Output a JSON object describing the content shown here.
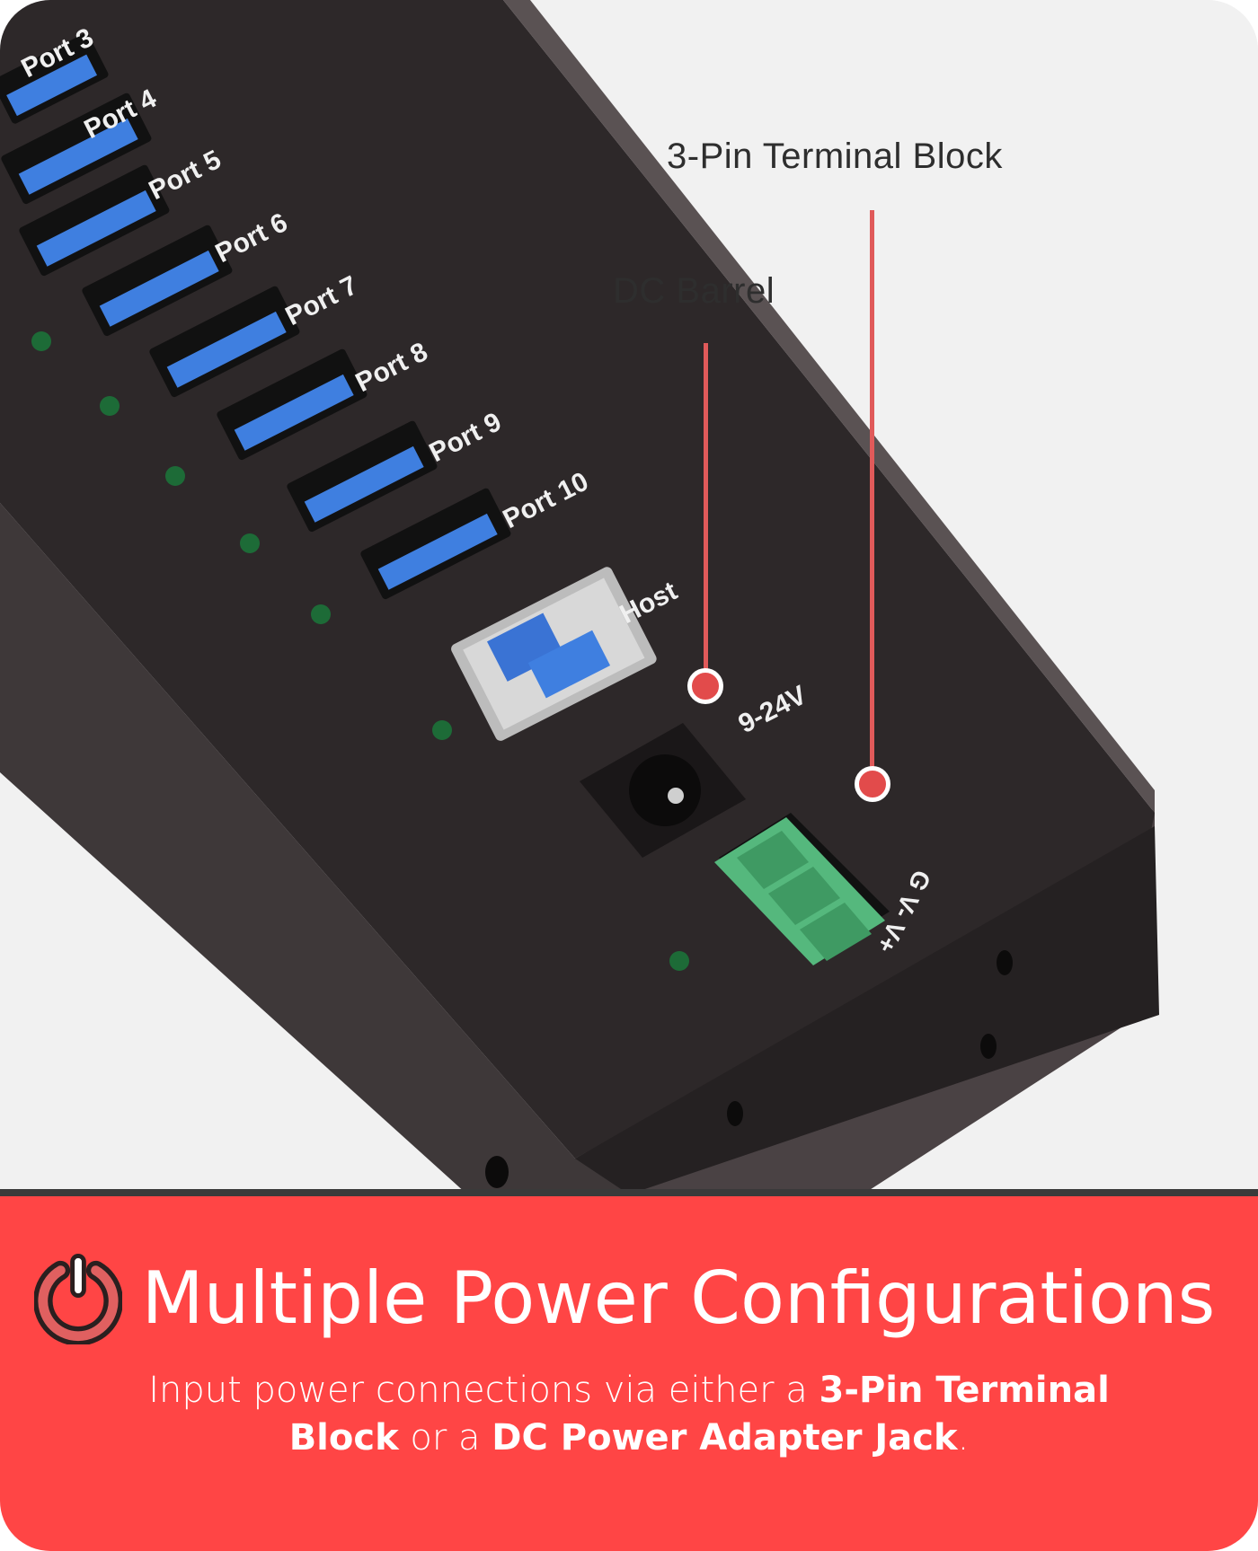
{
  "callouts": {
    "terminal_block": "3-Pin Terminal Block",
    "dc_barrel": "DC Barrel"
  },
  "hub": {
    "port_labels": [
      "Port 3",
      "Port 4",
      "Port 5",
      "Port 6",
      "Port 7",
      "Port 8",
      "Port 9",
      "Port 10"
    ],
    "host_label": "Host",
    "voltage_label": "9-24V",
    "terminal_pins_label": "G V- V+",
    "colors": {
      "body": "#2b2627",
      "usb_blue": "#3f7fe0",
      "terminal_green": "#52b27a",
      "led_green": "#1d6b37"
    }
  },
  "banner": {
    "icon": "power-icon",
    "title": "Multiple Power Configurations",
    "body_parts": {
      "p1": "Input power connections via either a ",
      "b1": "3-Pin Terminal Block",
      "p2": " or a ",
      "b2": "DC Power Adapter Jack",
      "p3": "."
    },
    "background_color": "#ff4545"
  },
  "colors": {
    "page_background": "#f1f1f1",
    "callout_line": "#e05a5a",
    "callout_text": "#2e2e2e"
  }
}
